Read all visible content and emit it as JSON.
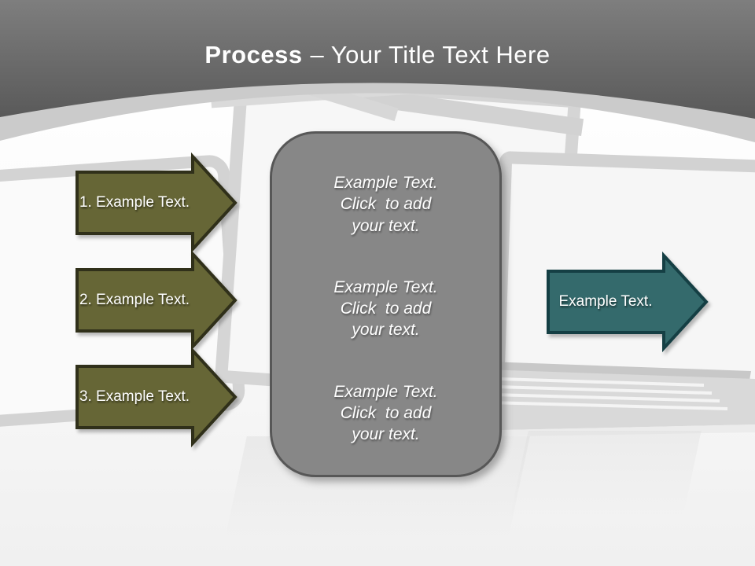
{
  "slide": {
    "title": {
      "emphasis": "Process",
      "rest": "– Your Title Text Here"
    },
    "left_arrows": [
      {
        "label": "1. Example Text."
      },
      {
        "label": "2. Example Text."
      },
      {
        "label": "3. Example Text."
      }
    ],
    "center_box": {
      "paragraphs": [
        "Example Text.\nClick  to add\nyour text.",
        "Example Text.\nClick  to add\nyour text.",
        "Example Text.\nClick  to add\nyour text."
      ]
    },
    "right_arrow": {
      "label": "Example Text."
    }
  },
  "colors": {
    "header_top": "#7e7e7e",
    "header_bottom": "#595959",
    "arc_stripe": "#cbcbcb",
    "olive_fill": "#666636",
    "olive_border": "#30301a",
    "teal_fill": "#346a6c",
    "teal_border": "#153f44",
    "box_fill": "#878787",
    "box_border": "#575757",
    "label_text": "#ffffff"
  }
}
